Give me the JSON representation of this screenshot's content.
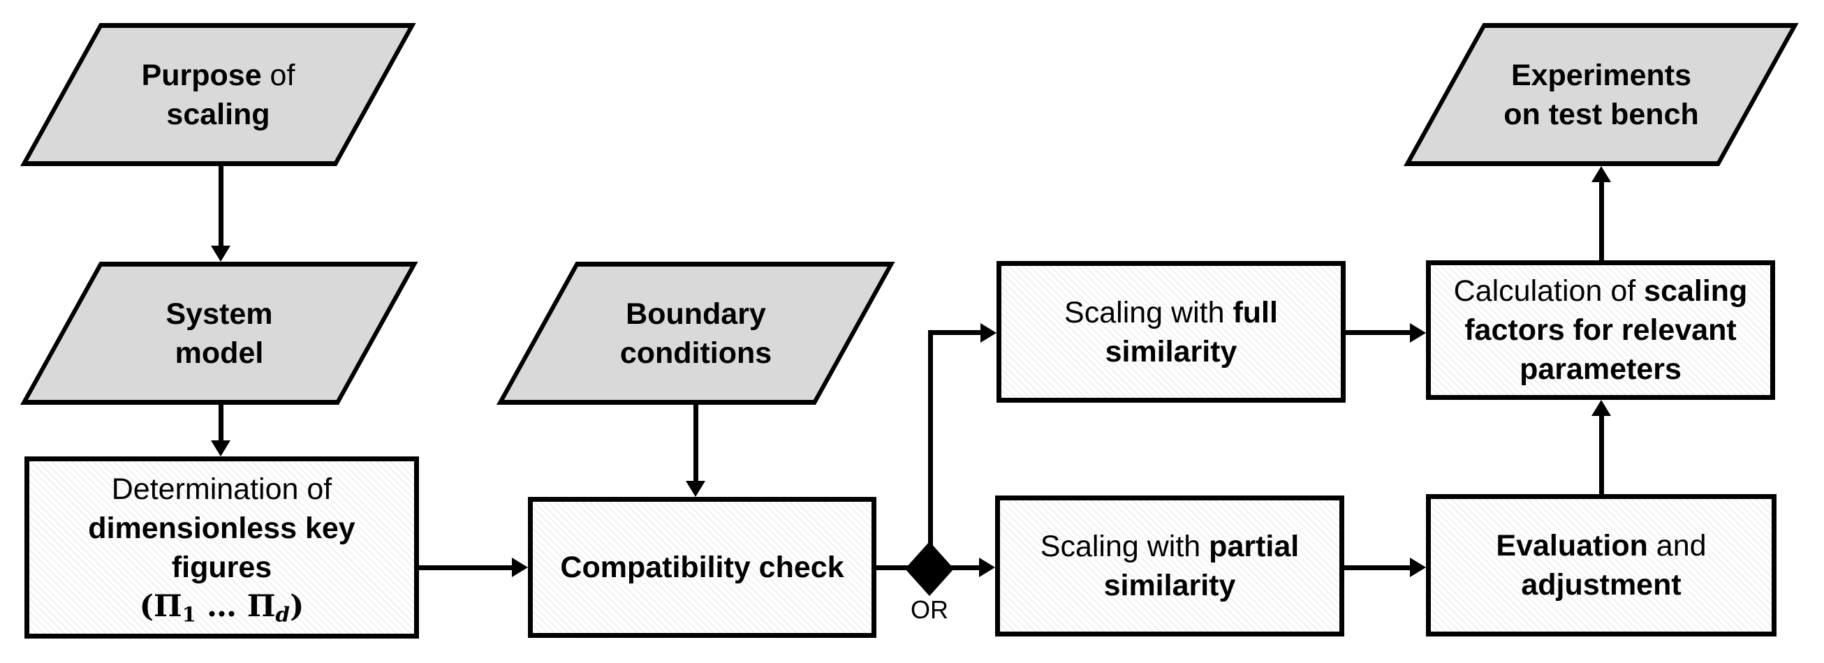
{
  "or_label": "OR",
  "colors": {
    "background": "#ffffff",
    "input_fill": "#d9d9d9",
    "process_fill": "#ffffff",
    "process_hatch": "#e6e6e6",
    "border": "#000000",
    "arrow": "#000000",
    "junction_fill": "#000000",
    "text": "#000000"
  },
  "nodes": {
    "purpose": {
      "shape": "parallelogram",
      "plain_text": "Purpose of scaling",
      "lines": [
        [
          {
            "t": "Purpose",
            "b": true
          },
          {
            "t": " of"
          }
        ],
        [
          {
            "t": "scaling",
            "b": true
          }
        ]
      ]
    },
    "system": {
      "shape": "parallelogram",
      "plain_text": "System model",
      "lines": [
        [
          {
            "t": "System",
            "b": true
          }
        ],
        [
          {
            "t": "model",
            "b": true
          }
        ]
      ]
    },
    "determination": {
      "shape": "process",
      "plain_text": "Determination of dimensionless key figures (Π1 … Πd)",
      "lines": [
        [
          {
            "t": "Determination of"
          }
        ],
        [
          {
            "t": "dimensionless key",
            "b": true
          }
        ],
        [
          {
            "t": "figures",
            "b": true
          }
        ],
        [
          {
            "t": "(",
            "b": true,
            "math": true
          },
          {
            "t": "Π",
            "b": true,
            "math": true
          },
          {
            "t": "1",
            "b": true,
            "math": true,
            "sub": true
          },
          {
            "t": " … ",
            "b": true,
            "math": true
          },
          {
            "t": "Π",
            "b": true,
            "math": true
          },
          {
            "t": "d",
            "b": true,
            "i": true,
            "math": true,
            "sub": true
          },
          {
            "t": ")",
            "b": true,
            "math": true
          }
        ]
      ]
    },
    "boundary": {
      "shape": "parallelogram",
      "plain_text": "Boundary conditions",
      "lines": [
        [
          {
            "t": "Boundary",
            "b": true
          }
        ],
        [
          {
            "t": "conditions",
            "b": true
          }
        ]
      ]
    },
    "compatibility": {
      "shape": "process",
      "plain_text": "Compatibility check",
      "lines": [
        [
          {
            "t": "Compatibility check",
            "b": true
          }
        ]
      ]
    },
    "scaling_full": {
      "shape": "process",
      "plain_text": "Scaling with full similarity",
      "lines": [
        [
          {
            "t": "Scaling with "
          },
          {
            "t": "full",
            "b": true
          }
        ],
        [
          {
            "t": "similarity",
            "b": true
          }
        ]
      ]
    },
    "scaling_partial": {
      "shape": "process",
      "plain_text": "Scaling with partial similarity",
      "lines": [
        [
          {
            "t": "Scaling with "
          },
          {
            "t": "partial",
            "b": true
          }
        ],
        [
          {
            "t": "similarity",
            "b": true
          }
        ]
      ]
    },
    "calculation": {
      "shape": "process",
      "plain_text": "Calculation of scaling factors for relevant parameters",
      "lines": [
        [
          {
            "t": "Calculation of "
          },
          {
            "t": "scaling",
            "b": true
          }
        ],
        [
          {
            "t": "factors for relevant",
            "b": true
          }
        ],
        [
          {
            "t": "parameters",
            "b": true
          }
        ]
      ]
    },
    "evaluation": {
      "shape": "process",
      "plain_text": "Evaluation and adjustment",
      "lines": [
        [
          {
            "t": "Evaluation",
            "b": true
          },
          {
            "t": " and"
          }
        ],
        [
          {
            "t": "adjustment",
            "b": true
          }
        ]
      ]
    },
    "experiments": {
      "shape": "parallelogram",
      "plain_text": "Experiments on test bench",
      "lines": [
        [
          {
            "t": "Experiments",
            "b": true
          }
        ],
        [
          {
            "t": "on test bench",
            "b": true
          }
        ]
      ]
    }
  },
  "edges": [
    {
      "from": "purpose",
      "to": "system"
    },
    {
      "from": "system",
      "to": "determination"
    },
    {
      "from": "boundary",
      "to": "compatibility"
    },
    {
      "from": "determination",
      "to": "compatibility"
    },
    {
      "from": "compatibility",
      "to": "or-junction"
    },
    {
      "from": "or-junction",
      "to": "scaling_full"
    },
    {
      "from": "or-junction",
      "to": "scaling_partial"
    },
    {
      "from": "scaling_full",
      "to": "calculation"
    },
    {
      "from": "scaling_partial",
      "to": "evaluation"
    },
    {
      "from": "evaluation",
      "to": "calculation"
    },
    {
      "from": "calculation",
      "to": "experiments"
    }
  ]
}
